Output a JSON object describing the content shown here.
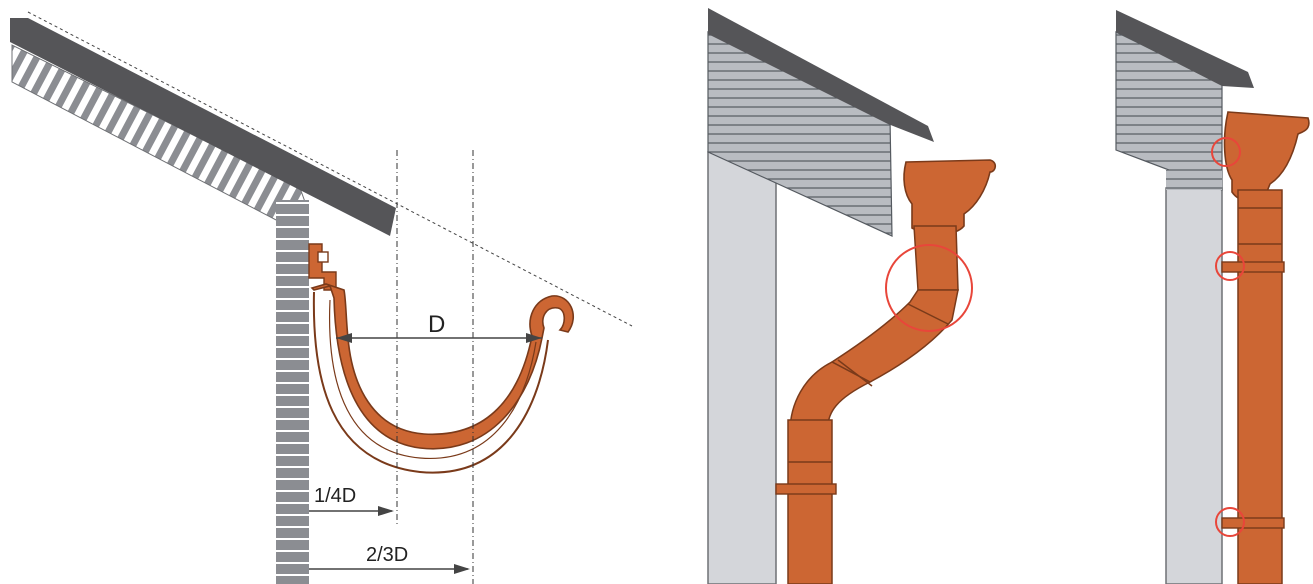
{
  "panels": {
    "profile": {
      "labels": {
        "diameter": "D",
        "quarter": "1/4D",
        "two_thirds": "2/3D"
      }
    },
    "downpipe_offset": {},
    "downpipe_straight": {}
  },
  "colors": {
    "gutter": "#cc6633",
    "gutter_dark": "#7a3a1a",
    "roof": "#555558",
    "siding": "#b9bcc1",
    "wall": "#d4d6da",
    "brick": "#8b8d92",
    "highlight_circle": "#e8463a",
    "dimension_line": "#444444"
  },
  "icons": {
    "highlight": "circle-outline"
  }
}
